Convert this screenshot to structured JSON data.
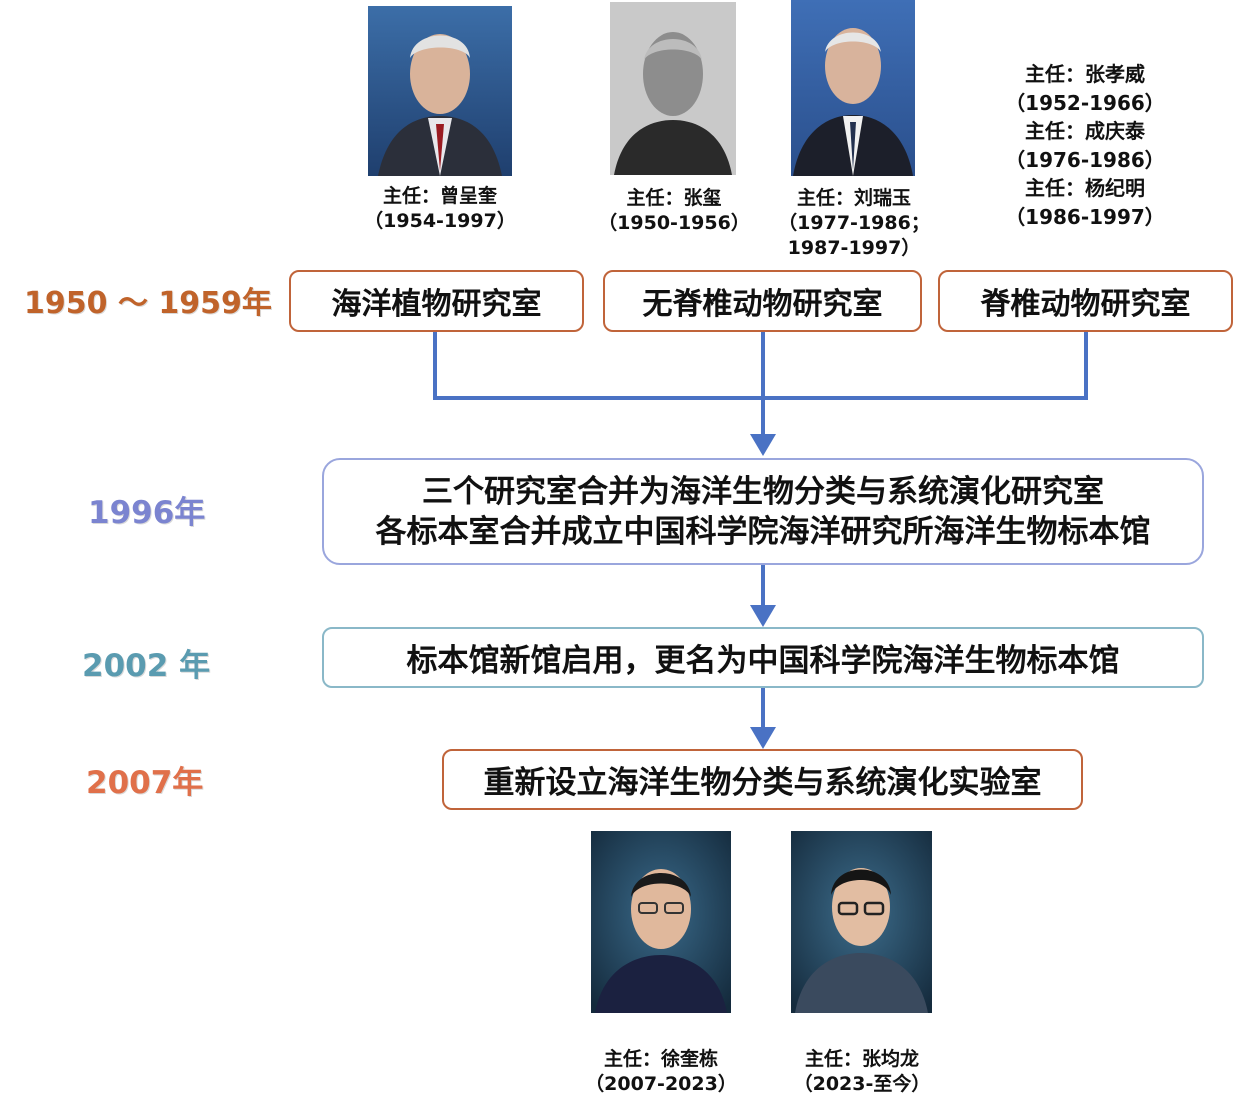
{
  "colors": {
    "connector": "#4a72c4",
    "year_1950": "#c0632a",
    "year_1996": "#7b84d0",
    "year_2002": "#5a9bb0",
    "year_2007": "#e0704a"
  },
  "years": {
    "y1950": "1950 ～ 1959年",
    "y1996": "1996年",
    "y2002": "2002 年",
    "y2007": "2007年"
  },
  "directors_top": [
    {
      "photo": "portrait-photo",
      "line1": "主任：曾呈奎",
      "line2": "（1954-1997）"
    },
    {
      "photo": "portrait-photo",
      "line1": "主任：张玺",
      "line2": "（1950-1956）"
    },
    {
      "photo": "portrait-photo",
      "line1": "主任：刘瑞玉",
      "line2": "（1977-1986；",
      "line3": "1987-1997）"
    }
  ],
  "directors_text": {
    "line1": "主任：张孝威",
    "line2": "（1952-1966）",
    "line3": "主任：成庆泰",
    "line4": "（1976-1986）",
    "line5": "主任：杨纪明",
    "line6": "（1986-1997）"
  },
  "labs": {
    "lab1": "海洋植物研究室",
    "lab2": "无脊椎动物研究室",
    "lab3": "脊椎动物研究室"
  },
  "merge_box": {
    "line1": "三个研究室合并为海洋生物分类与系统演化研究室",
    "line2": "各标本室合并成立中国科学院海洋研究所海洋生物标本馆"
  },
  "museum_box": "标本馆新馆启用，更名为中国科学院海洋生物标本馆",
  "lab_2007_box": "重新设立海洋生物分类与系统演化实验室",
  "directors_bottom": [
    {
      "line1": "主任：徐奎栋",
      "line2": "（2007-2023）"
    },
    {
      "line1": "主任：张均龙",
      "line2": "（2023-至今）"
    }
  ]
}
